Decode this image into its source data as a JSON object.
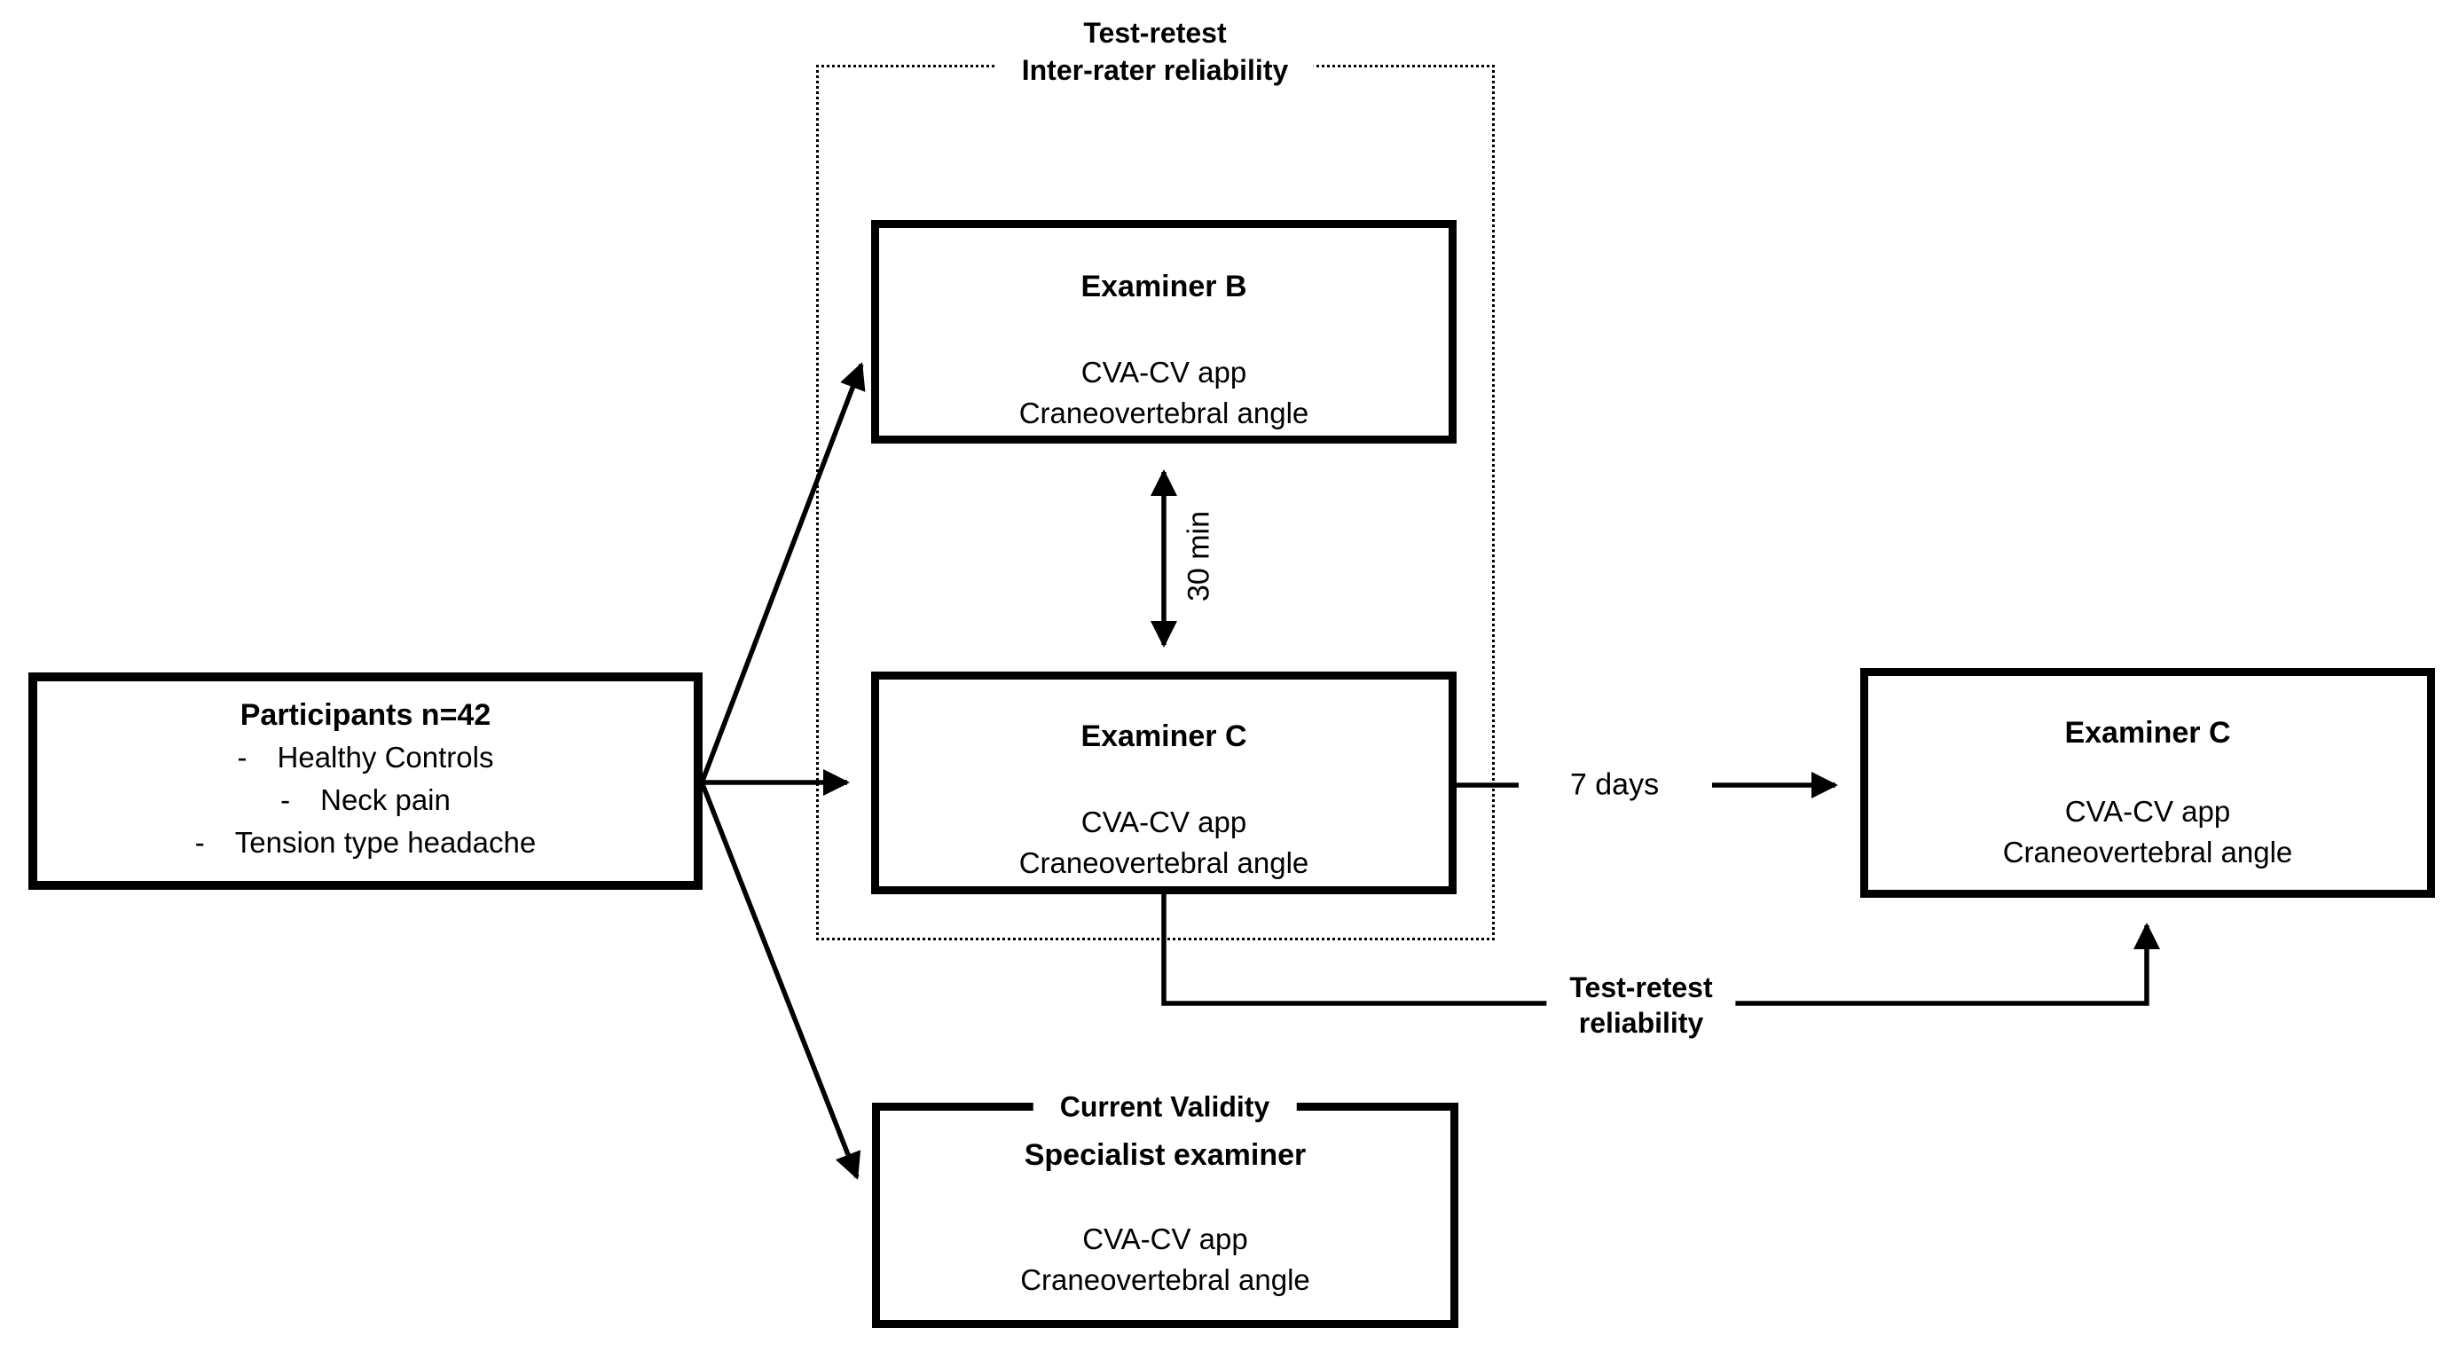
{
  "diagram": {
    "participants": {
      "title": "Participants n=42",
      "bullet": "-",
      "items": [
        "Healthy Controls",
        "Neck pain",
        "Tension type headache"
      ]
    },
    "inter_rater_group": {
      "title_line1": "Test-retest",
      "title_line2": "Inter-rater reliability"
    },
    "examiner_b": {
      "title": "Examiner B",
      "tool": "CVA-CV app",
      "measure": "Craneovertebral angle"
    },
    "examiner_c": {
      "title": "Examiner C",
      "tool": "CVA-CV app",
      "measure": "Craneovertebral angle"
    },
    "examiner_c_retest": {
      "title": "Examiner C",
      "tool": "CVA-CV app",
      "measure": "Craneovertebral angle"
    },
    "specialist": {
      "validity_label": "Current Validity",
      "title": "Specialist examiner",
      "tool": "CVA-CV app",
      "measure": "Craneovertebral angle"
    },
    "intervals": {
      "between_examiners": "30 min",
      "between_sessions": "7 days"
    },
    "test_retest_label": {
      "line1": "Test-retest",
      "line2": "reliability"
    },
    "colors": {
      "line": "#000000",
      "background": "#ffffff",
      "text": "#000000"
    }
  }
}
